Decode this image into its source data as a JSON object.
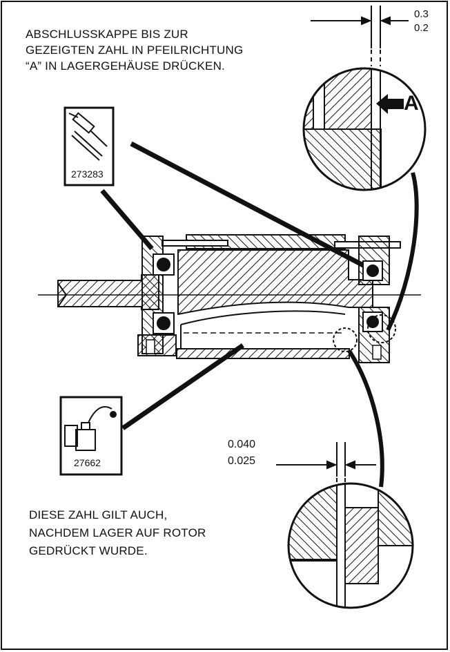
{
  "top_note": {
    "lines": [
      "ABSCHLUSSKAPPE BIS ZUR",
      "GEZEIGTEN ZAHL IN PFEILRICHTUNG",
      "“A” IN LAGERGEHÄUSE DRÜCKEN."
    ]
  },
  "top_dimension": {
    "upper": "0.3",
    "lower": "0.2"
  },
  "arrow_label": "A",
  "tool_injector": {
    "number": "273283",
    "icon": "grease-gun-icon"
  },
  "tool_oiler": {
    "number": "27662",
    "icon": "oil-can-icon"
  },
  "bottom_dimension": {
    "upper": "0.040",
    "lower": "0.025"
  },
  "bottom_note": {
    "lines": [
      "DIESE ZAHL GILT AUCH,",
      "NACHDEM LAGER AUF ROTOR",
      "GEDRÜCKT WURDE."
    ]
  }
}
